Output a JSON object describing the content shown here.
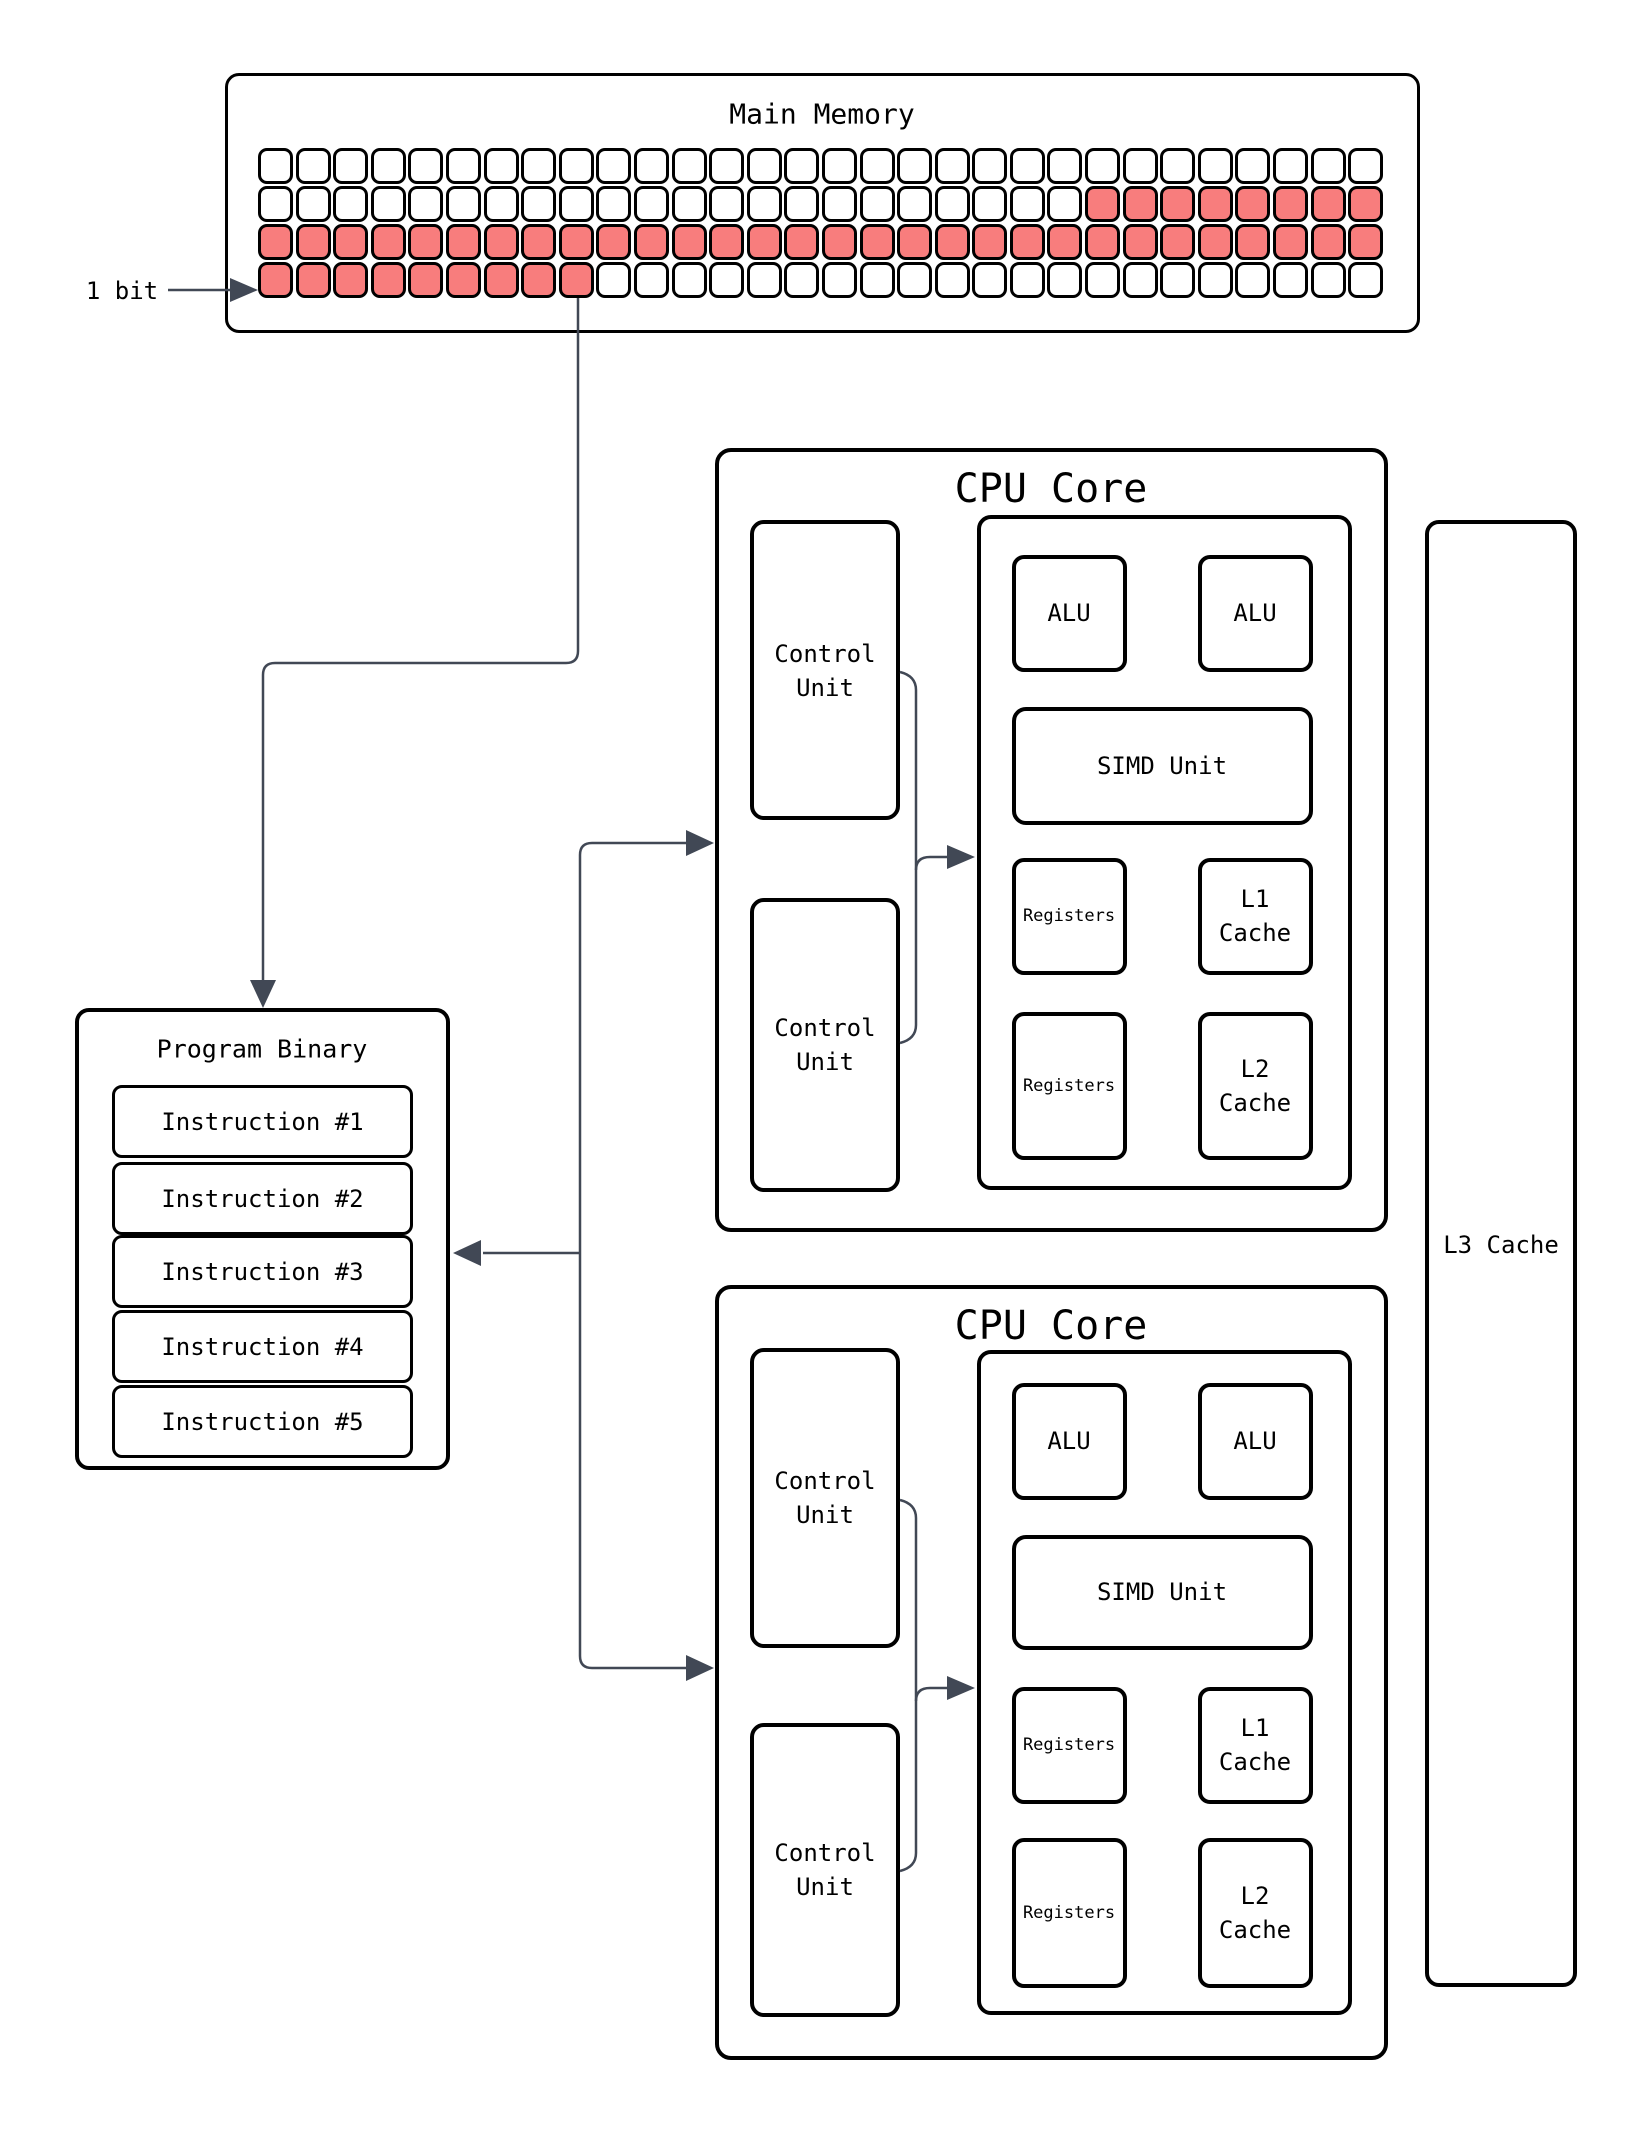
{
  "colors": {
    "bit_highlight": "#f87d7d",
    "box_stroke": "#000000",
    "connector": "#414855",
    "background": "#ffffff"
  },
  "main_memory": {
    "title": "Main Memory",
    "bit_label": "1 bit",
    "grid": {
      "rows": 4,
      "cols": 30,
      "red_runs": [
        {
          "row": 1,
          "from": 22,
          "to": 29
        },
        {
          "row": 2,
          "from": 0,
          "to": 29
        },
        {
          "row": 3,
          "from": 0,
          "to": 8
        }
      ]
    }
  },
  "program_binary": {
    "title": "Program Binary",
    "instructions": [
      "Instruction #1",
      "Instruction #2",
      "Instruction #3",
      "Instruction #4",
      "Instruction #5"
    ]
  },
  "cores": [
    {
      "title": "CPU Core",
      "control_units": [
        "Control Unit",
        "Control Unit"
      ],
      "alus": [
        "ALU",
        "ALU"
      ],
      "simd": "SIMD Unit",
      "registers": [
        "Registers",
        "Registers"
      ],
      "l1": "L1 Cache",
      "l2": "L2 Cache"
    },
    {
      "title": "CPU Core",
      "control_units": [
        "Control Unit",
        "Control Unit"
      ],
      "alus": [
        "ALU",
        "ALU"
      ],
      "simd": "SIMD Unit",
      "registers": [
        "Registers",
        "Registers"
      ],
      "l1": "L1 Cache",
      "l2": "L2 Cache"
    }
  ],
  "l3_cache": {
    "label": "L3 Cache"
  }
}
